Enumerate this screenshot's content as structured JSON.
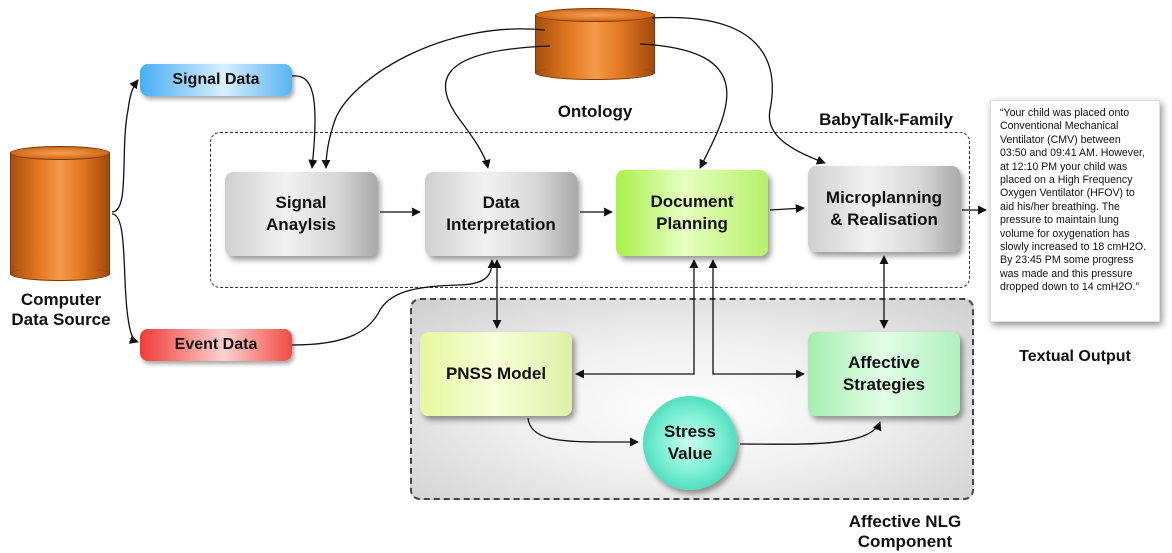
{
  "sources": {
    "computer_data_source": "Computer\nData Source",
    "signal_data": "Signal Data",
    "event_data": "Event Data",
    "ontology": "Ontology"
  },
  "groups": {
    "babytalk_family": "BabyTalk-Family",
    "affective_nlg_component": "Affective NLG\nComponent"
  },
  "modules": {
    "signal_analysis": "Signal\nAnaylsis",
    "data_interpretation": "Data\nInterpretation",
    "document_planning": "Document\nPlanning",
    "microplanning": "Microplanning\n& Realisation",
    "pnss_model": "PNSS Model",
    "affective_strategies": "Affective\nStrategies",
    "stress_value": "Stress\nValue"
  },
  "output": {
    "text": "“Your child was placed onto Conventional Mechanical Ventilator (CMV) between 03:50 and 09:41 AM. However, at 12:10 PM your child was placed on a High Frequency Oxygen Ventilator (HFOV) to aid his/her breathing. The pressure to maintain lung volume for oxygenation has slowly increased to 18 cmH2O. By 23:45 PM some progress was made and this pressure dropped down to 14 cmH2O.”",
    "caption": "Textual Output"
  },
  "colors": {
    "cylinder": "#e57a23",
    "signal_data": "#3fa0ee",
    "event_data": "#ee3b36",
    "document_planning": "#a8f04a",
    "pnss_model": "#e6f7a0",
    "affective_strategies": "#a6eeb0",
    "stress_value": "#2fd6b0"
  }
}
